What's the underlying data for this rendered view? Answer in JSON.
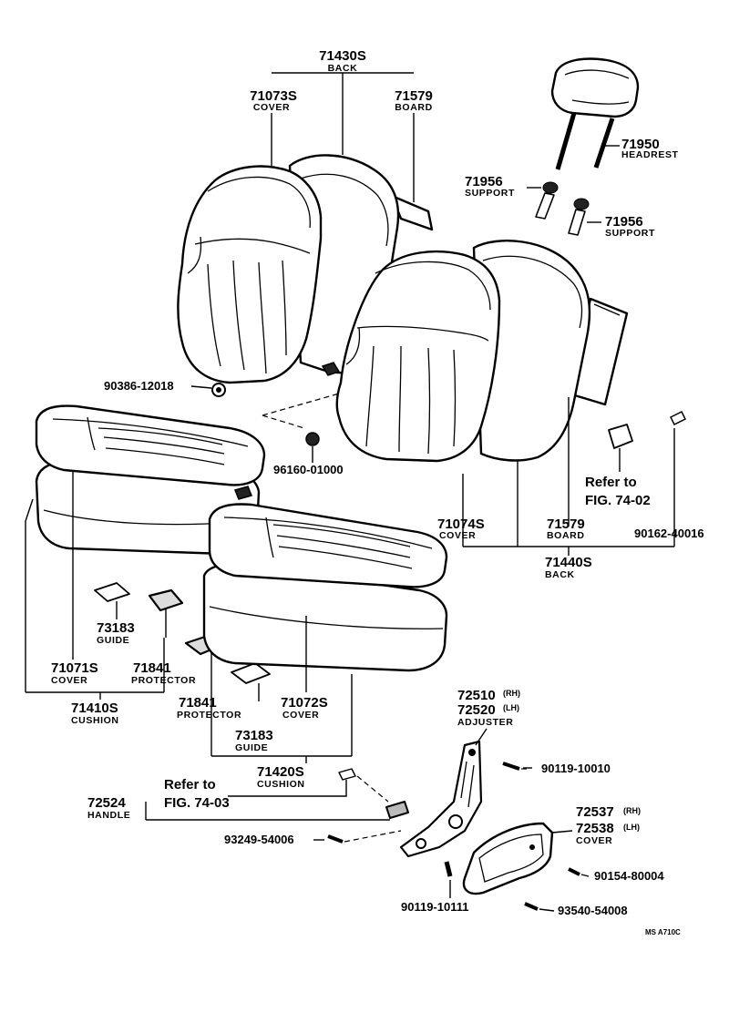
{
  "diagram": {
    "code": "MS A710C",
    "parts": {
      "back_assy_top": {
        "number": "71430S",
        "name": "BACK"
      },
      "cover_top": {
        "number": "71073S",
        "name": "COVER"
      },
      "board_top": {
        "number": "71579",
        "name": "BOARD"
      },
      "headrest": {
        "number": "71950",
        "name": "HEADREST"
      },
      "support_1": {
        "number": "71956",
        "name": "SUPPORT"
      },
      "support_2": {
        "number": "71956",
        "name": "SUPPORT"
      },
      "nut_a": {
        "number": "90386-12018"
      },
      "grommet": {
        "number": "96160-01000"
      },
      "refer_1": {
        "line1": "Refer to",
        "line2": "FIG. 74-02"
      },
      "cover_back2": {
        "number": "71074S",
        "name": "COVER"
      },
      "board_back2": {
        "number": "71579",
        "name": "BOARD"
      },
      "clip": {
        "number": "90162-40016"
      },
      "back_assy_2": {
        "number": "71440S",
        "name": "BACK"
      },
      "guide_1": {
        "number": "73183",
        "name": "GUIDE"
      },
      "cover_cush1": {
        "number": "71071S",
        "name": "COVER"
      },
      "protector_1": {
        "number": "71841",
        "name": "PROTECTOR"
      },
      "cushion_1": {
        "number": "71410S",
        "name": "CUSHION"
      },
      "protector_2": {
        "number": "71841",
        "name": "PROTECTOR"
      },
      "cover_cush2": {
        "number": "71072S",
        "name": "COVER"
      },
      "guide_2": {
        "number": "73183",
        "name": "GUIDE"
      },
      "cushion_2": {
        "number": "71420S",
        "name": "CUSHION"
      },
      "adjuster": {
        "number_rh": "72510",
        "suffix_rh": "(RH)",
        "number_lh": "72520",
        "suffix_lh": "(LH)",
        "name": "ADJUSTER"
      },
      "screw_a": {
        "number": "90119-10010"
      },
      "refer_2": {
        "line1": "Refer to",
        "line2": "FIG. 74-03"
      },
      "handle": {
        "number": "72524",
        "name": "HANDLE"
      },
      "adj_cover": {
        "number_rh": "72537",
        "suffix_rh": "(RH)",
        "number_lh": "72538",
        "suffix_lh": "(LH)",
        "name": "COVER"
      },
      "bolt_a": {
        "number": "93249-54006"
      },
      "screw_b": {
        "number": "90154-80004"
      },
      "screw_c": {
        "number": "90119-10111"
      },
      "screw_d": {
        "number": "93540-54008"
      }
    }
  }
}
